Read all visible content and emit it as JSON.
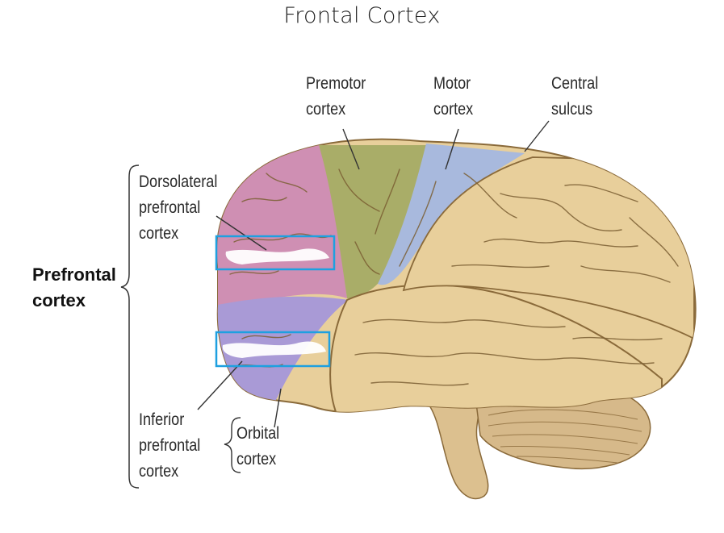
{
  "title": "Frontal Cortex",
  "labels": {
    "premotor": "Premotor\ncortex",
    "motor": "Motor\ncortex",
    "central_sulcus": "Central\nsulcus",
    "dorsolateral": "Dorsolateral\nprefrontal\ncortex",
    "prefrontal": "Prefrontal\ncortex",
    "inferior": "Inferior\nprefrontal\ncortex",
    "orbital": "Orbital\ncortex"
  },
  "colors": {
    "brain": "#e8cf9b",
    "brain_stroke": "#8a6a3a",
    "prefrontal_pink": "#cf8fb3",
    "inferior_purple": "#a99ad6",
    "premotor_green": "#a9ad68",
    "motor_blue": "#a8b9dd",
    "cerebellum": "#d6b98a",
    "highlight_box": "#1ea0e0"
  },
  "icons": [
    "brain-illustration"
  ]
}
